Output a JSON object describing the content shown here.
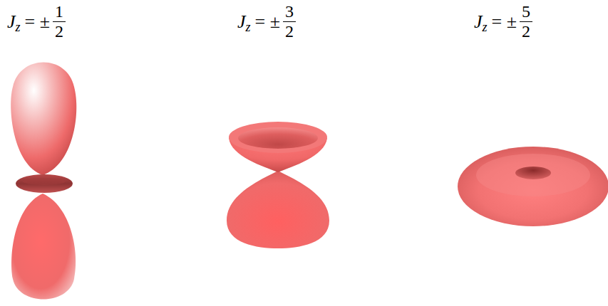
{
  "diagram": {
    "labels": [
      "J",
      "z",
      "= ±",
      "1",
      "2",
      "J",
      "z",
      "= ±",
      "3",
      "2",
      "J",
      "z",
      "= ±",
      "5",
      "2"
    ]
  }
}
